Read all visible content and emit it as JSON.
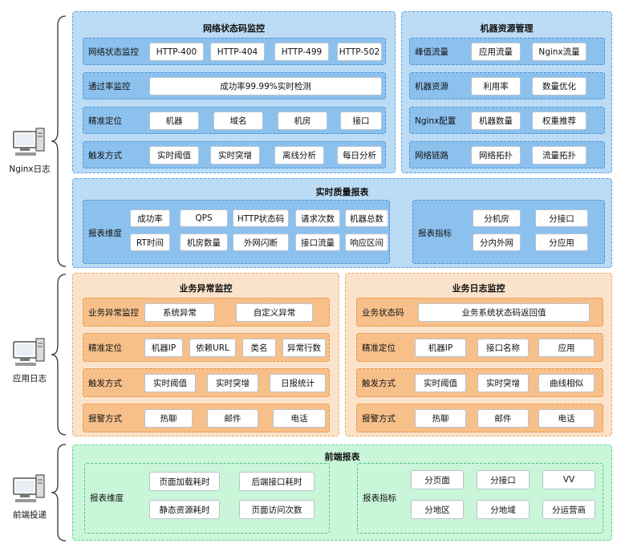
{
  "nginx": {
    "side_label": "Nginx日志",
    "status_monitor": {
      "title": "网络状态码监控",
      "rows": [
        {
          "label": "网络状态监控",
          "cells": [
            "HTTP-400",
            "HTTP-404",
            "HTTP-499",
            "HTTP-502"
          ]
        },
        {
          "label": "通过率监控",
          "cells": [
            "成功率99.99%实时检测"
          ]
        },
        {
          "label": "精准定位",
          "cells": [
            "机器",
            "域名",
            "机房",
            "接口"
          ]
        },
        {
          "label": "触发方式",
          "cells": [
            "实时阈值",
            "实时突增",
            "离线分析",
            "每日分析"
          ]
        }
      ]
    },
    "machine_mgmt": {
      "title": "机器资源管理",
      "rows": [
        {
          "label": "峰值流量",
          "cells": [
            "应用流量",
            "Nginx流量"
          ]
        },
        {
          "label": "机器资源",
          "cells": [
            "利用率",
            "数量优化"
          ]
        },
        {
          "label": "Nginx配置",
          "cells": [
            "机器数量",
            "权重推荐"
          ]
        },
        {
          "label": "网络链路",
          "cells": [
            "网络拓扑",
            "流量拓扑"
          ]
        }
      ]
    },
    "quality_report": {
      "title": "实时质量报表",
      "dim_label": "报表维度",
      "dims_row1": [
        "成功率",
        "QPS",
        "HTTP状态码",
        "请求次数",
        "机器总数"
      ],
      "dims_row2": [
        "RT时间",
        "机房数量",
        "外网闪断",
        "接口流量",
        "响应区间"
      ],
      "metric_label": "报表指标",
      "metrics": [
        "分机房",
        "分接口",
        "分内外网",
        "分应用"
      ]
    }
  },
  "app": {
    "side_label": "应用日志",
    "biz_anomaly": {
      "title": "业务异常监控",
      "rows": [
        {
          "label": "业务异常监控",
          "cells": [
            "系统异常",
            "自定义异常"
          ]
        },
        {
          "label": "精准定位",
          "cells": [
            "机器IP",
            "依赖URL",
            "类名",
            "异常行数"
          ]
        },
        {
          "label": "触发方式",
          "cells": [
            "实时阈值",
            "实时突增",
            "日报统计"
          ]
        },
        {
          "label": "报警方式",
          "cells": [
            "热聊",
            "邮件",
            "电话"
          ]
        }
      ]
    },
    "biz_log": {
      "title": "业务日志监控",
      "rows": [
        {
          "label": "业务状态码",
          "cells": [
            "业务系统状态码返回值"
          ]
        },
        {
          "label": "精准定位",
          "cells": [
            "机器IP",
            "接口名称",
            "应用"
          ]
        },
        {
          "label": "触发方式",
          "cells": [
            "实时阈值",
            "实时突增",
            "曲线相似"
          ]
        },
        {
          "label": "报警方式",
          "cells": [
            "热聊",
            "邮件",
            "电话"
          ]
        }
      ]
    }
  },
  "frontend": {
    "side_label": "前端投递",
    "report": {
      "title": "前端报表",
      "dim_label": "报表维度",
      "dims": [
        "页面加载耗时",
        "后端接口耗时",
        "静态资源耗时",
        "页面访问次数"
      ],
      "metric_label": "报表指标",
      "metrics": [
        "分页面",
        "分接口",
        "VV",
        "分地区",
        "分地域",
        "分运营商"
      ]
    }
  },
  "colors": {
    "blue_bg": "#bcdcf5",
    "blue_row": "#8cc1ee",
    "orange_bg": "#fbe3cb",
    "orange_row": "#f7c08a",
    "green_bg": "#c9f5d9"
  }
}
